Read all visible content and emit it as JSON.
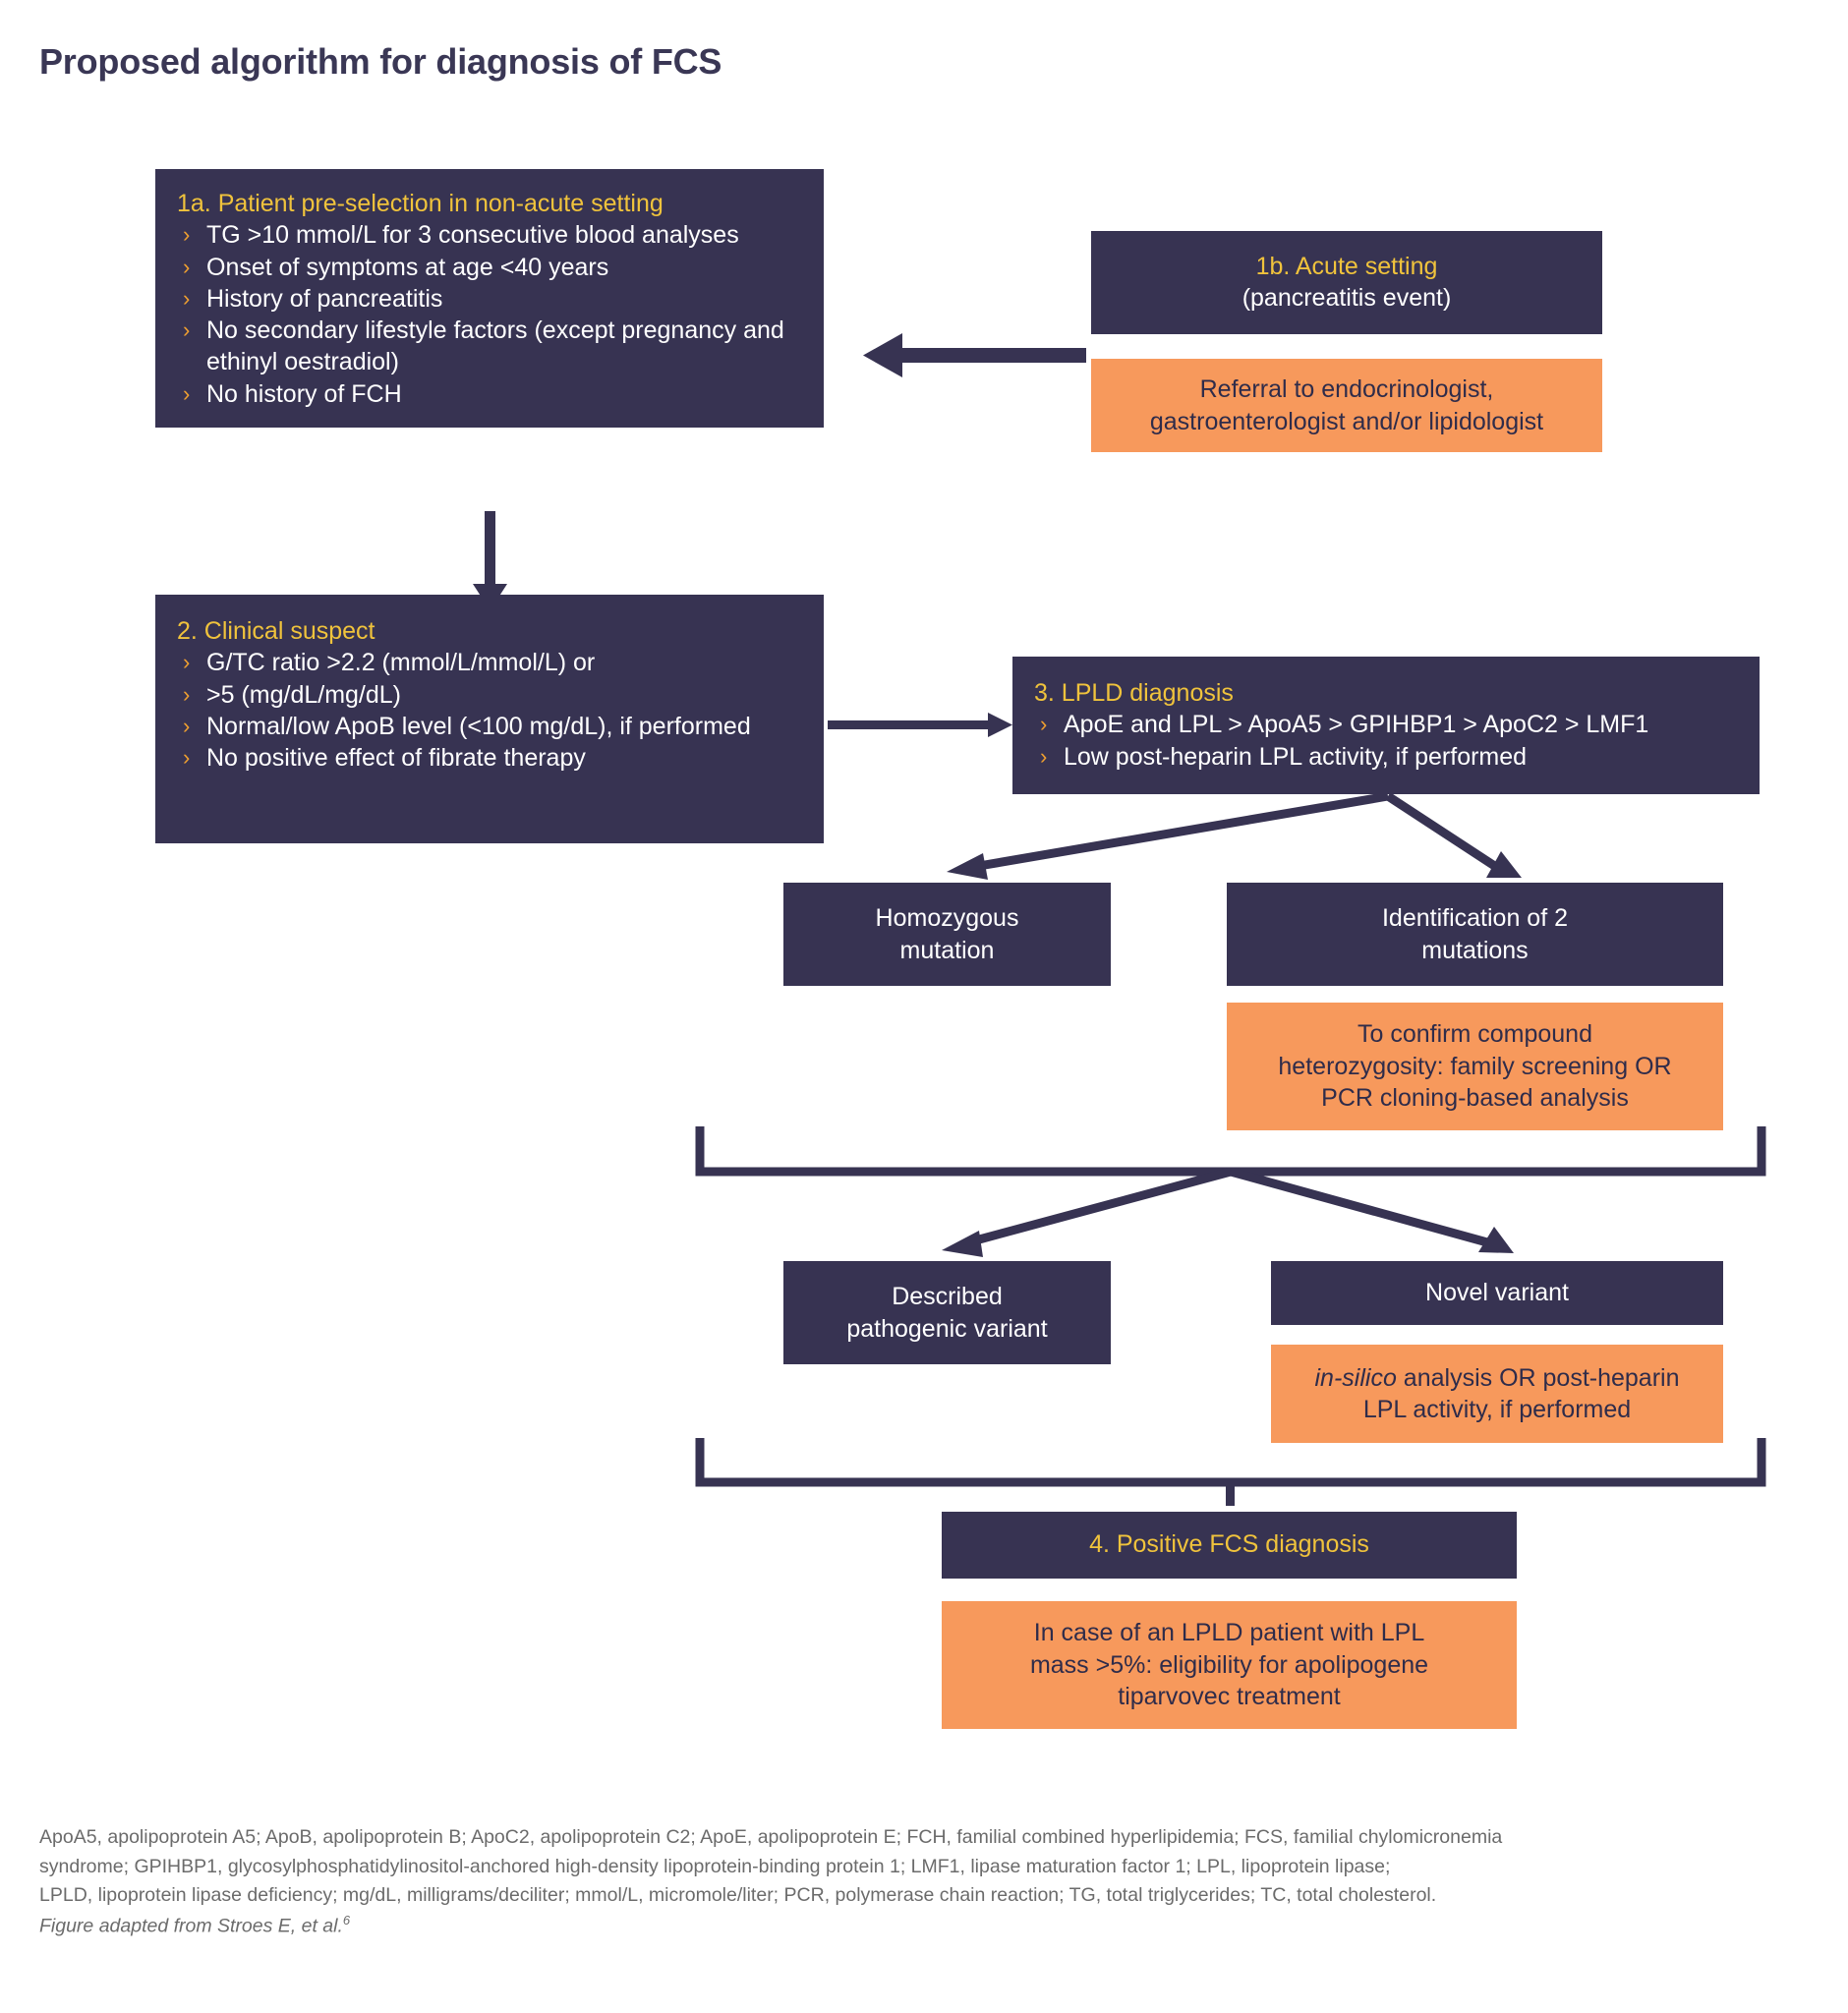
{
  "title": "Proposed algorithm for diagnosis of FCS",
  "colors": {
    "navy": "#373352",
    "orange": "#f7995c",
    "yellow": "#f0c33c",
    "bullet_chevron": "#f0a030",
    "title_text": "#3a3755",
    "footnote_text": "#6b6b6b",
    "background": "#ffffff"
  },
  "boxes": {
    "box_1a": {
      "heading": "1a. Patient pre-selection in non-acute setting",
      "bullets": [
        "TG >10 mmol/L for 3 consecutive blood analyses",
        "Onset of symptoms at age <40 years",
        "History of pancreatitis",
        "No secondary lifestyle factors (except pregnancy and ethinyl oestradiol)",
        "No history of FCH"
      ]
    },
    "box_1b": {
      "heading": "1b. Acute setting",
      "subtitle": "(pancreatitis event)"
    },
    "box_referral": {
      "line1": "Referral to endocrinologist,",
      "line2": "gastroenterologist and/or lipidologist"
    },
    "box_2": {
      "heading": "2. Clinical suspect",
      "bullets": [
        "G/TC ratio >2.2 (mmol/L/mmol/L) or",
        ">5 (mg/dL/mg/dL)",
        "Normal/low ApoB level (<100 mg/dL), if performed",
        "No positive effect of fibrate therapy"
      ]
    },
    "box_3": {
      "heading": "3. LPLD diagnosis",
      "bullets": [
        "ApoE and LPL > ApoA5 > GPIHBP1 > ApoC2 > LMF1",
        "Low post-heparin LPL activity, if performed"
      ]
    },
    "box_homozygous": {
      "line1": "Homozygous",
      "line2": "mutation"
    },
    "box_identification": {
      "line1": "Identification of 2",
      "line2": "mutations"
    },
    "box_confirm": {
      "line1": "To confirm compound",
      "line2": "heterozygosity: family screening OR",
      "line3": "PCR cloning-based analysis"
    },
    "box_described": {
      "line1": "Described",
      "line2": "pathogenic variant"
    },
    "box_novel": {
      "line1": "Novel variant"
    },
    "box_insilico": {
      "emphasis": "in-silico",
      "line1_rest": " analysis OR post-heparin",
      "line2": "LPL activity, if performed"
    },
    "box_4": {
      "heading": "4. Positive FCS diagnosis"
    },
    "box_eligibility": {
      "line1": "In case of an LPLD patient with LPL",
      "line2": "mass >5%: eligibility for apolipogene",
      "line3": "tiparvovec treatment"
    }
  },
  "footnote": {
    "line1": "ApoA5, apolipoprotein A5; ApoB, apolipoprotein B; ApoC2, apolipoprotein C2; ApoE, apolipoprotein E; FCH, familial combined hyperlipidemia; FCS, familial chylomicronemia",
    "line2": "syndrome; GPIHBP1, glycosylphosphatidylinositol-anchored high-density lipoprotein-binding protein 1; LMF1, lipase maturation factor 1; LPL, lipoprotein lipase;",
    "line3": "LPLD, lipoprotein lipase deficiency; mg/dL, milligrams/deciliter; mmol/L, micromole/liter; PCR, polymerase chain reaction; TG, total triglycerides; TC, total cholesterol.",
    "source": "Figure adapted from Stroes E, et al.",
    "source_ref": "6"
  },
  "connectors": {
    "arrow_1b_to_1a": "left-arrow",
    "arrow_1a_to_2": "down-arrow",
    "arrow_2_to_3": "right-arrow",
    "split_from_3": "two-branch-arrows",
    "bracket_upper": "u-bracket-join",
    "split_lower": "two-branch-arrows",
    "bracket_lower": "u-bracket-join",
    "arrow_to_4": "down-arrow"
  }
}
